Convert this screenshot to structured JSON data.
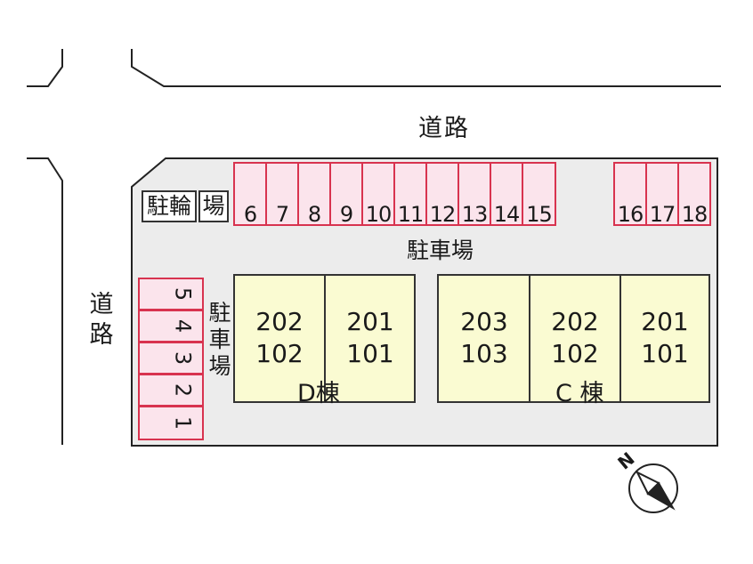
{
  "roads": {
    "top_label": "道路",
    "left_label_1": "道",
    "left_label_2": "路"
  },
  "bike_parking": {
    "label_1": "駐輪",
    "label_2": "場"
  },
  "parking": {
    "label_h": "駐車場",
    "label_v_1": "駐",
    "label_v_2": "車",
    "label_v_3": "場",
    "top_spaces": [
      "6",
      "7",
      "8",
      "9",
      "10",
      "11",
      "12",
      "13",
      "14",
      "15"
    ],
    "right_spaces": [
      "16",
      "17",
      "18"
    ],
    "left_spaces": [
      "5",
      "4",
      "3",
      "2",
      "1"
    ]
  },
  "buildings": {
    "d": {
      "name": "D棟",
      "units": [
        {
          "upper": "202",
          "lower": "102"
        },
        {
          "upper": "201",
          "lower": "101"
        }
      ]
    },
    "c": {
      "name": "C 棟",
      "units": [
        {
          "upper": "203",
          "lower": "103"
        },
        {
          "upper": "202",
          "lower": "102"
        },
        {
          "upper": "201",
          "lower": "101"
        }
      ]
    }
  },
  "compass": {
    "label": "N"
  },
  "colors": {
    "space_fill": "#fbe4ec",
    "space_border": "#d8334f",
    "building_fill": "#fafbd2",
    "lot_fill": "#ececec"
  }
}
